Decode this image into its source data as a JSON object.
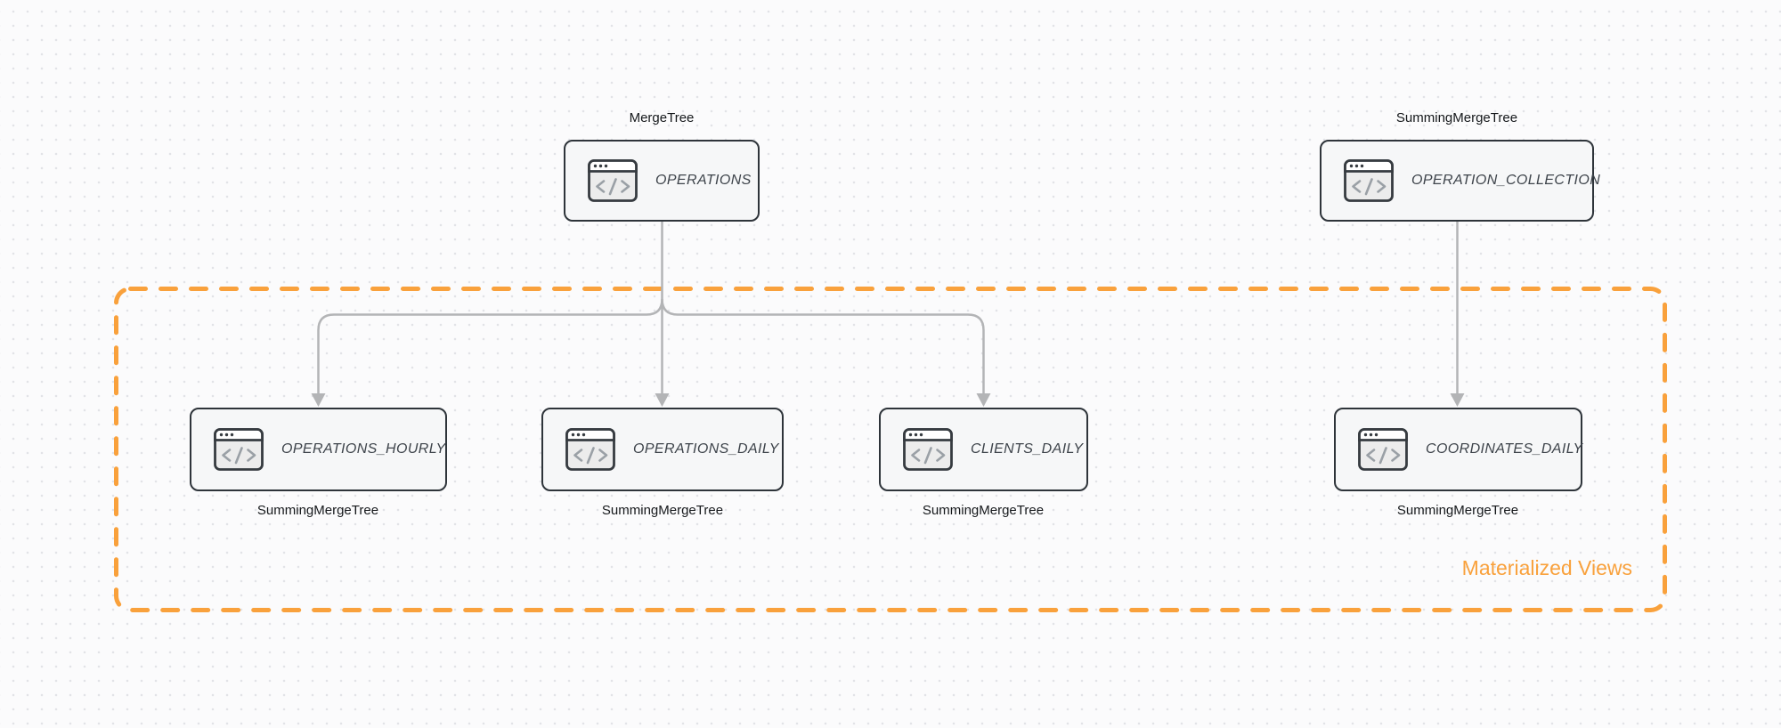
{
  "group": {
    "label": "Materialized Views",
    "border_color": "#f9a13c",
    "label_color": "#f9a13c"
  },
  "colors": {
    "background": "#fbfbfc",
    "grid_dot": "#e2e3e7",
    "node_border": "#2e343a",
    "node_fill": "#f6f7f8",
    "node_title_text": "#3d434a",
    "engine_label_text": "#15181b",
    "edge": "#b3b4b6",
    "icon_glyph": "#9aa0a6"
  },
  "nodes": {
    "operations": {
      "title": "OPERATIONS",
      "engine": "MergeTree"
    },
    "operation_collection": {
      "title": "OPERATION_COLLECTION",
      "engine": "SummingMergeTree"
    },
    "operations_hourly": {
      "title": "OPERATIONS_HOURLY",
      "engine": "SummingMergeTree"
    },
    "operations_daily": {
      "title": "OPERATIONS_DAILY",
      "engine": "SummingMergeTree"
    },
    "clients_daily": {
      "title": "CLIENTS_DAILY",
      "engine": "SummingMergeTree"
    },
    "coordinates_daily": {
      "title": "COORDINATES_DAILY",
      "engine": "SummingMergeTree"
    }
  },
  "edges": [
    {
      "from": "OPERATIONS",
      "to": "OPERATIONS_HOURLY"
    },
    {
      "from": "OPERATIONS",
      "to": "OPERATIONS_DAILY"
    },
    {
      "from": "OPERATIONS",
      "to": "CLIENTS_DAILY"
    },
    {
      "from": "OPERATION_COLLECTION",
      "to": "COORDINATES_DAILY"
    }
  ]
}
